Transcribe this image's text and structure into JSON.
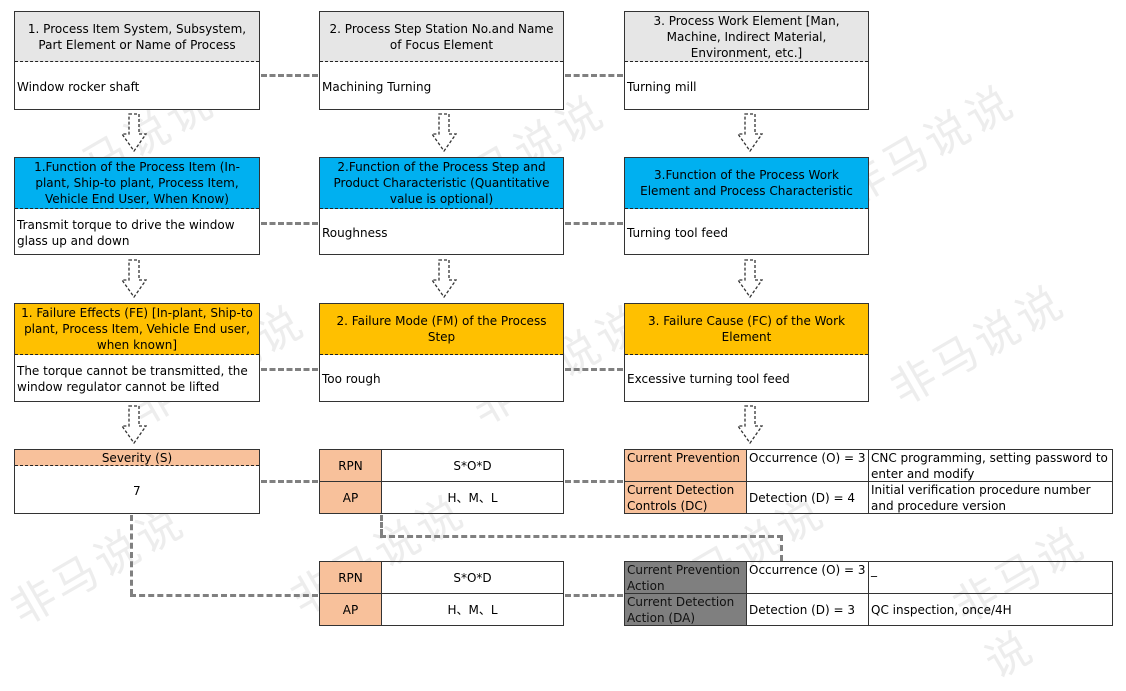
{
  "row1": {
    "col1": {
      "header": "1. Process Item System, Subsystem, Part Element or Name of Process",
      "value": "Window rocker shaft"
    },
    "col2": {
      "header": "2. Process Step Station No.and Name of Focus Element",
      "value": "Machining Turning"
    },
    "col3": {
      "header": "3. Process Work Element [Man, Machine, Indirect Material, Environment, etc.]",
      "value": "Turning mill"
    }
  },
  "row2": {
    "col1": {
      "header": "1.Function of the Process Item (In-plant, Ship-to plant, Process Item, Vehicle End User, When Know)",
      "value": "Transmit torque to drive the window glass up and down"
    },
    "col2": {
      "header": "2.Function of the Process Step and Product Characteristic (Quantitative value is optional)",
      "value": "Roughness"
    },
    "col3": {
      "header": "3.Function of the Process Work Element and Process Characteristic",
      "value": "Turning tool feed"
    }
  },
  "row3": {
    "col1": {
      "header": "1. Failure Effects (FE) [In-plant, Ship-to plant, Process Item, Vehicle End user, when known]",
      "value": "The torque cannot be transmitted, the window regulator cannot be lifted"
    },
    "col2": {
      "header": "2. Failure Mode (FM) of the Process Step",
      "value": "Too rough"
    },
    "col3": {
      "header": "3. Failure Cause (FC) of the Work Element",
      "value": "Excessive turning tool feed"
    }
  },
  "severity": {
    "label": "Severity (S)",
    "value": "7"
  },
  "rating1": {
    "rpn_label": "RPN",
    "rpn_value": "S*O*D",
    "ap_label": "AP",
    "ap_value": "H、M、L"
  },
  "rating2": {
    "rpn_label": "RPN",
    "rpn_value": "S*O*D",
    "ap_label": "AP",
    "ap_value": "H、M、L"
  },
  "controls1": {
    "prevention_label": "Current Prevention",
    "occurrence_label": "Occurrence (O) = 3",
    "prevention_text": "CNC programming, setting password to enter and modify",
    "detection_label": "Current Detection Controls (DC)",
    "detection_rating": "Detection (D) = 4",
    "detection_text": "Initial verification procedure number and procedure version"
  },
  "controls2": {
    "prevention_label": "Current Prevention Action",
    "occurrence_label": "Occurrence (O) = 3",
    "prevention_text": "_",
    "detection_label": "Current Detection Action (DA)",
    "detection_rating": "Detection (D) = 3",
    "detection_text": "QC inspection, once/4H"
  },
  "watermark": "非马说说",
  "colors": {
    "gray": "#e6e6e6",
    "blue": "#00b0f0",
    "gold": "#ffc000",
    "salmon": "#f8c19b",
    "dark": "#7f7f7f"
  }
}
